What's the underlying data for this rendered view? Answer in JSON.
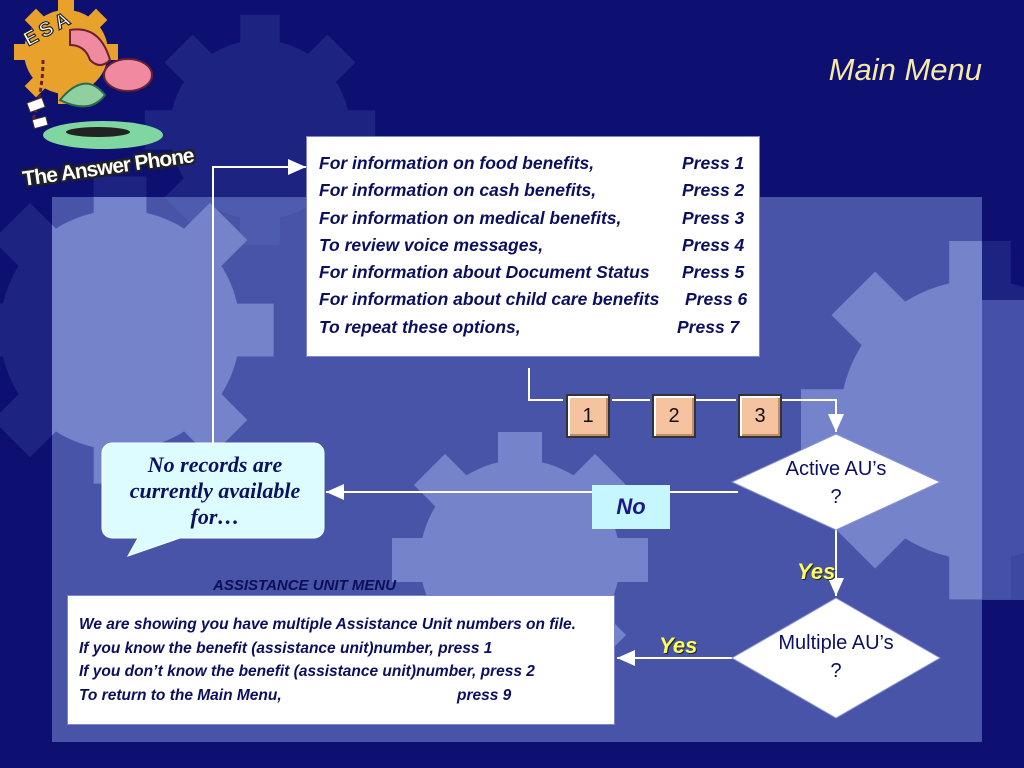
{
  "title": "Main Menu",
  "logo": {
    "letters": "ESA",
    "tagline": "The Answer Phone",
    "icon": "telephone-icon"
  },
  "main_menu": [
    {
      "option": "For information on food benefits,",
      "press": "Press 1"
    },
    {
      "option": "For information on cash benefits,",
      "press": "Press 2"
    },
    {
      "option": "For information on medical benefits,",
      "press": "Press 3"
    },
    {
      "option": "To review voice messages,",
      "press": "Press 4"
    },
    {
      "option": "For information about Document Status",
      "press": "Press 5"
    },
    {
      "option": "For information about child care benefits",
      "press": "Press 6"
    },
    {
      "option": "To repeat these options,",
      "press": "Press 7"
    }
  ],
  "keys": [
    "1",
    "2",
    "3"
  ],
  "no_records": "No records are currently available for…",
  "decision_active": {
    "line1": "Active AU’s",
    "line2": "?"
  },
  "decision_multiple": {
    "line1": "Multiple AU’s",
    "line2": "?"
  },
  "labels": {
    "no": "No",
    "yes": "Yes"
  },
  "au_menu": {
    "heading": "ASSISTANCE UNIT MENU",
    "lines": [
      {
        "text": "We are showing you have multiple Assistance Unit numbers on file.",
        "press": ""
      },
      {
        "text": "If you know the benefit (assistance unit)number, press 1",
        "press": ""
      },
      {
        "text": "If you don’t know the benefit (assistance unit)number, press 2",
        "press": ""
      },
      {
        "text": "To return to the Main Menu,",
        "press": "press 9"
      }
    ]
  },
  "colors": {
    "background": "#0d1070",
    "title": "#f7e8a6",
    "key_fill": "#f6c3a1",
    "callout_fill": "#dcfcff",
    "yes": "#ffff5a",
    "no_fill": "#c6f6ff"
  }
}
